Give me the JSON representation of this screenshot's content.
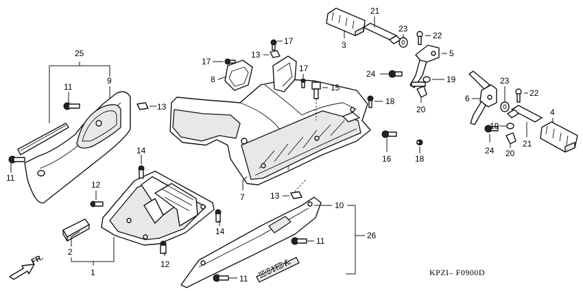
{
  "diagram": {
    "callouts": {
      "c1": "1",
      "c2": "2",
      "c3": "3",
      "c4": "4",
      "c5": "5",
      "c6": "6",
      "c7": "7",
      "c8": "8",
      "c9": "9",
      "c10": "10",
      "c11a": "11",
      "c11b": "11",
      "c11c": "11",
      "c11d": "11",
      "c12a": "12",
      "c12b": "12",
      "c13a": "13",
      "c13b": "13",
      "c13c": "13",
      "c14a": "14",
      "c14b": "14",
      "c15": "15",
      "c16": "16",
      "c17a": "17",
      "c17b": "17",
      "c17c": "17",
      "c18a": "18",
      "c18b": "18",
      "c19a": "19",
      "c19b": "19",
      "c20a": "20",
      "c20b": "20",
      "c21a": "21",
      "c21b": "21",
      "c22a": "22",
      "c22b": "22",
      "c23a": "23",
      "c23b": "23",
      "c24a": "24",
      "c24b": "24",
      "c25": "25",
      "c26": "26"
    },
    "direction_label": "FR.",
    "emblem_text": "HONDA",
    "diagram_code": "KPZI– F0900D"
  }
}
